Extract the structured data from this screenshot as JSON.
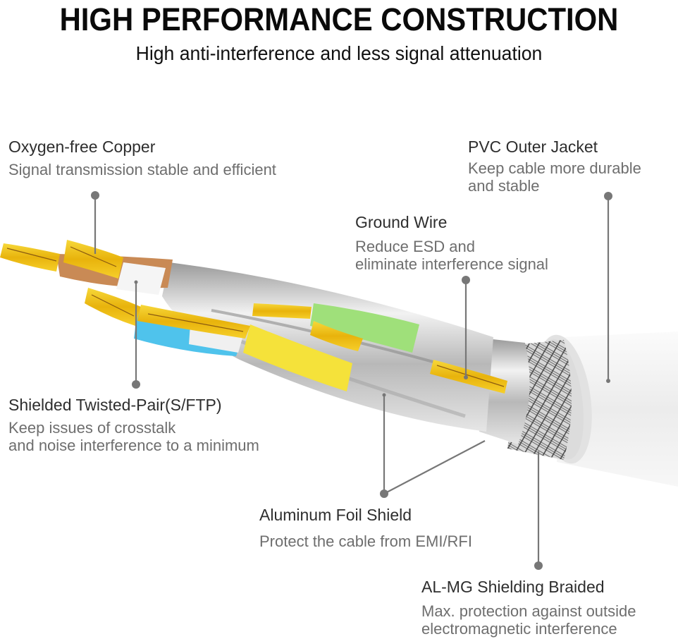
{
  "header": {
    "title": "HIGH PERFORMANCE CONSTRUCTION",
    "subtitle": "High anti-interference and less signal attenuation"
  },
  "callouts": [
    {
      "id": "oxygen-free-copper",
      "title": "Oxygen-free Copper",
      "description": "Signal transmission stable and efficient"
    },
    {
      "id": "pvc-outer-jacket",
      "title": "PVC Outer Jacket",
      "description": "Keep cable more durable\nand stable"
    },
    {
      "id": "ground-wire",
      "title": "Ground Wire",
      "description": "Reduce ESD and\neliminate interference signal"
    },
    {
      "id": "shielded-twisted-pair",
      "title": "Shielded Twisted-Pair(S/FTP)",
      "description": "Keep issues of crosstalk\nand noise interference to a minimum"
    },
    {
      "id": "aluminum-foil-shield",
      "title": "Aluminum Foil Shield",
      "description": "Protect the cable from EMI/RFI"
    },
    {
      "id": "al-mg-shielding-braided",
      "title": "AL-MG Shielding Braided",
      "description": "Max. protection against outside\nelectromagnetic interference"
    }
  ],
  "colors": {
    "copper": "#f2c418",
    "copper_dark": "#8a5a10",
    "orange_insulation": "#c98a55",
    "blue_insulation": "#4fc3ec",
    "green_insulation": "#9fe07a",
    "yellow_insulation": "#f5e23a",
    "foil": "#c9c9c9",
    "jacket": "#f2f2f2",
    "leader": "#777777"
  }
}
